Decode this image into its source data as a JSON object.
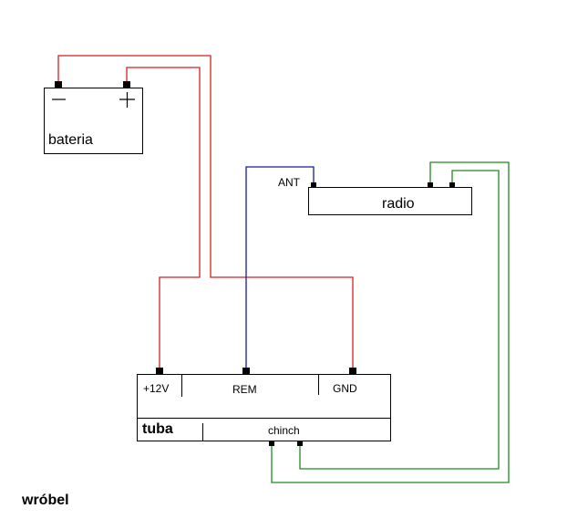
{
  "diagram": {
    "battery": {
      "label": "bateria",
      "minus_symbol": "−",
      "plus_symbol": "+"
    },
    "radio": {
      "label": "radio",
      "antenna_label": "ANT"
    },
    "amplifier": {
      "label": "tuba",
      "terminal_12v": "+12V",
      "terminal_rem": "REM",
      "terminal_gnd": "GND",
      "input_label": "chinch"
    },
    "author": "wróbel"
  },
  "colors": {
    "power_wire": "#d42020",
    "remote_wire": "#1a1a9e",
    "signal_wire": "#1f8a1f",
    "outline": "#000000",
    "background": "#ffffff"
  }
}
